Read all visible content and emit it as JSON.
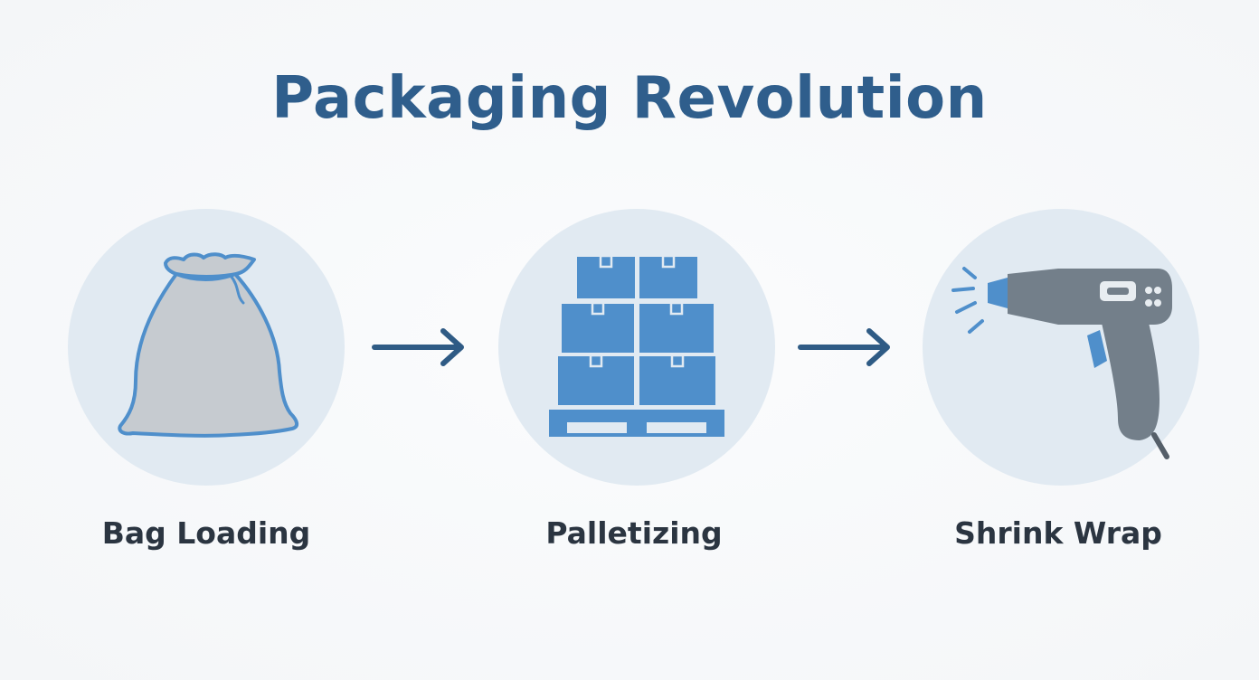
{
  "title": "Packaging Revolution",
  "colors": {
    "title": "#2f5e8c",
    "circle": "#e1eaf2",
    "accent_blue": "#4f8fcb",
    "arrow": "#2f5b85",
    "gray": "#737f8a",
    "label": "#2b3541"
  },
  "steps": [
    {
      "label": "Bag Loading",
      "icon": "bag-icon"
    },
    {
      "label": "Palletizing",
      "icon": "pallet-boxes-icon"
    },
    {
      "label": "Shrink Wrap",
      "icon": "heat-gun-icon"
    }
  ],
  "connectors": [
    "arrow-right-icon",
    "arrow-right-icon"
  ]
}
